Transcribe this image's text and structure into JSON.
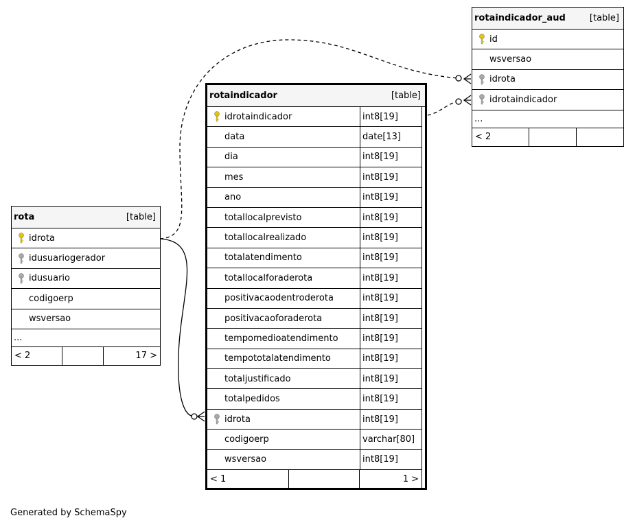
{
  "tables": {
    "rota": {
      "name": "rota",
      "kind": "[table]",
      "columns": [
        {
          "name": "idrota",
          "key": "primary"
        },
        {
          "name": "idusuariogerador",
          "key": "foreign"
        },
        {
          "name": "idusuario",
          "key": "foreign"
        },
        {
          "name": "codigoerp",
          "key": "none"
        },
        {
          "name": "wsversao",
          "key": "none"
        }
      ],
      "ellipsis": "...",
      "footer": {
        "left": "< 2",
        "right": "17 >"
      }
    },
    "rotaindicador": {
      "name": "rotaindicador",
      "kind": "[table]",
      "columns": [
        {
          "name": "idrotaindicador",
          "type": "int8[19]",
          "key": "primary"
        },
        {
          "name": "data",
          "type": "date[13]",
          "key": "none"
        },
        {
          "name": "dia",
          "type": "int8[19]",
          "key": "none"
        },
        {
          "name": "mes",
          "type": "int8[19]",
          "key": "none"
        },
        {
          "name": "ano",
          "type": "int8[19]",
          "key": "none"
        },
        {
          "name": "totallocalprevisto",
          "type": "int8[19]",
          "key": "none"
        },
        {
          "name": "totallocalrealizado",
          "type": "int8[19]",
          "key": "none"
        },
        {
          "name": "totalatendimento",
          "type": "int8[19]",
          "key": "none"
        },
        {
          "name": "totallocalforaderota",
          "type": "int8[19]",
          "key": "none"
        },
        {
          "name": "positivacaodentroderota",
          "type": "int8[19]",
          "key": "none"
        },
        {
          "name": "positivacaoforaderota",
          "type": "int8[19]",
          "key": "none"
        },
        {
          "name": "tempomedioatendimento",
          "type": "int8[19]",
          "key": "none"
        },
        {
          "name": "tempototalatendimento",
          "type": "int8[19]",
          "key": "none"
        },
        {
          "name": "totaljustificado",
          "type": "int8[19]",
          "key": "none"
        },
        {
          "name": "totalpedidos",
          "type": "int8[19]",
          "key": "none"
        },
        {
          "name": "idrota",
          "type": "int8[19]",
          "key": "foreign"
        },
        {
          "name": "codigoerp",
          "type": "varchar[80]",
          "key": "none"
        },
        {
          "name": "wsversao",
          "type": "int8[19]",
          "key": "none"
        }
      ],
      "footer": {
        "left": "< 1",
        "right": "1 >"
      }
    },
    "rotaindicador_aud": {
      "name": "rotaindicador_aud",
      "kind": "[table]",
      "columns": [
        {
          "name": "id",
          "key": "primary"
        },
        {
          "name": "wsversao",
          "key": "none"
        },
        {
          "name": "idrota",
          "key": "foreign"
        },
        {
          "name": "idrotaindicador",
          "key": "foreign"
        }
      ],
      "ellipsis": "...",
      "footer": {
        "left": "< 2",
        "right": ""
      }
    }
  },
  "footer_text": "Generated by SchemaSpy",
  "colors": {
    "primary_key": "#e6c700",
    "foreign_key": "#a8a8a8",
    "header_bg": "#f5f5f5"
  }
}
